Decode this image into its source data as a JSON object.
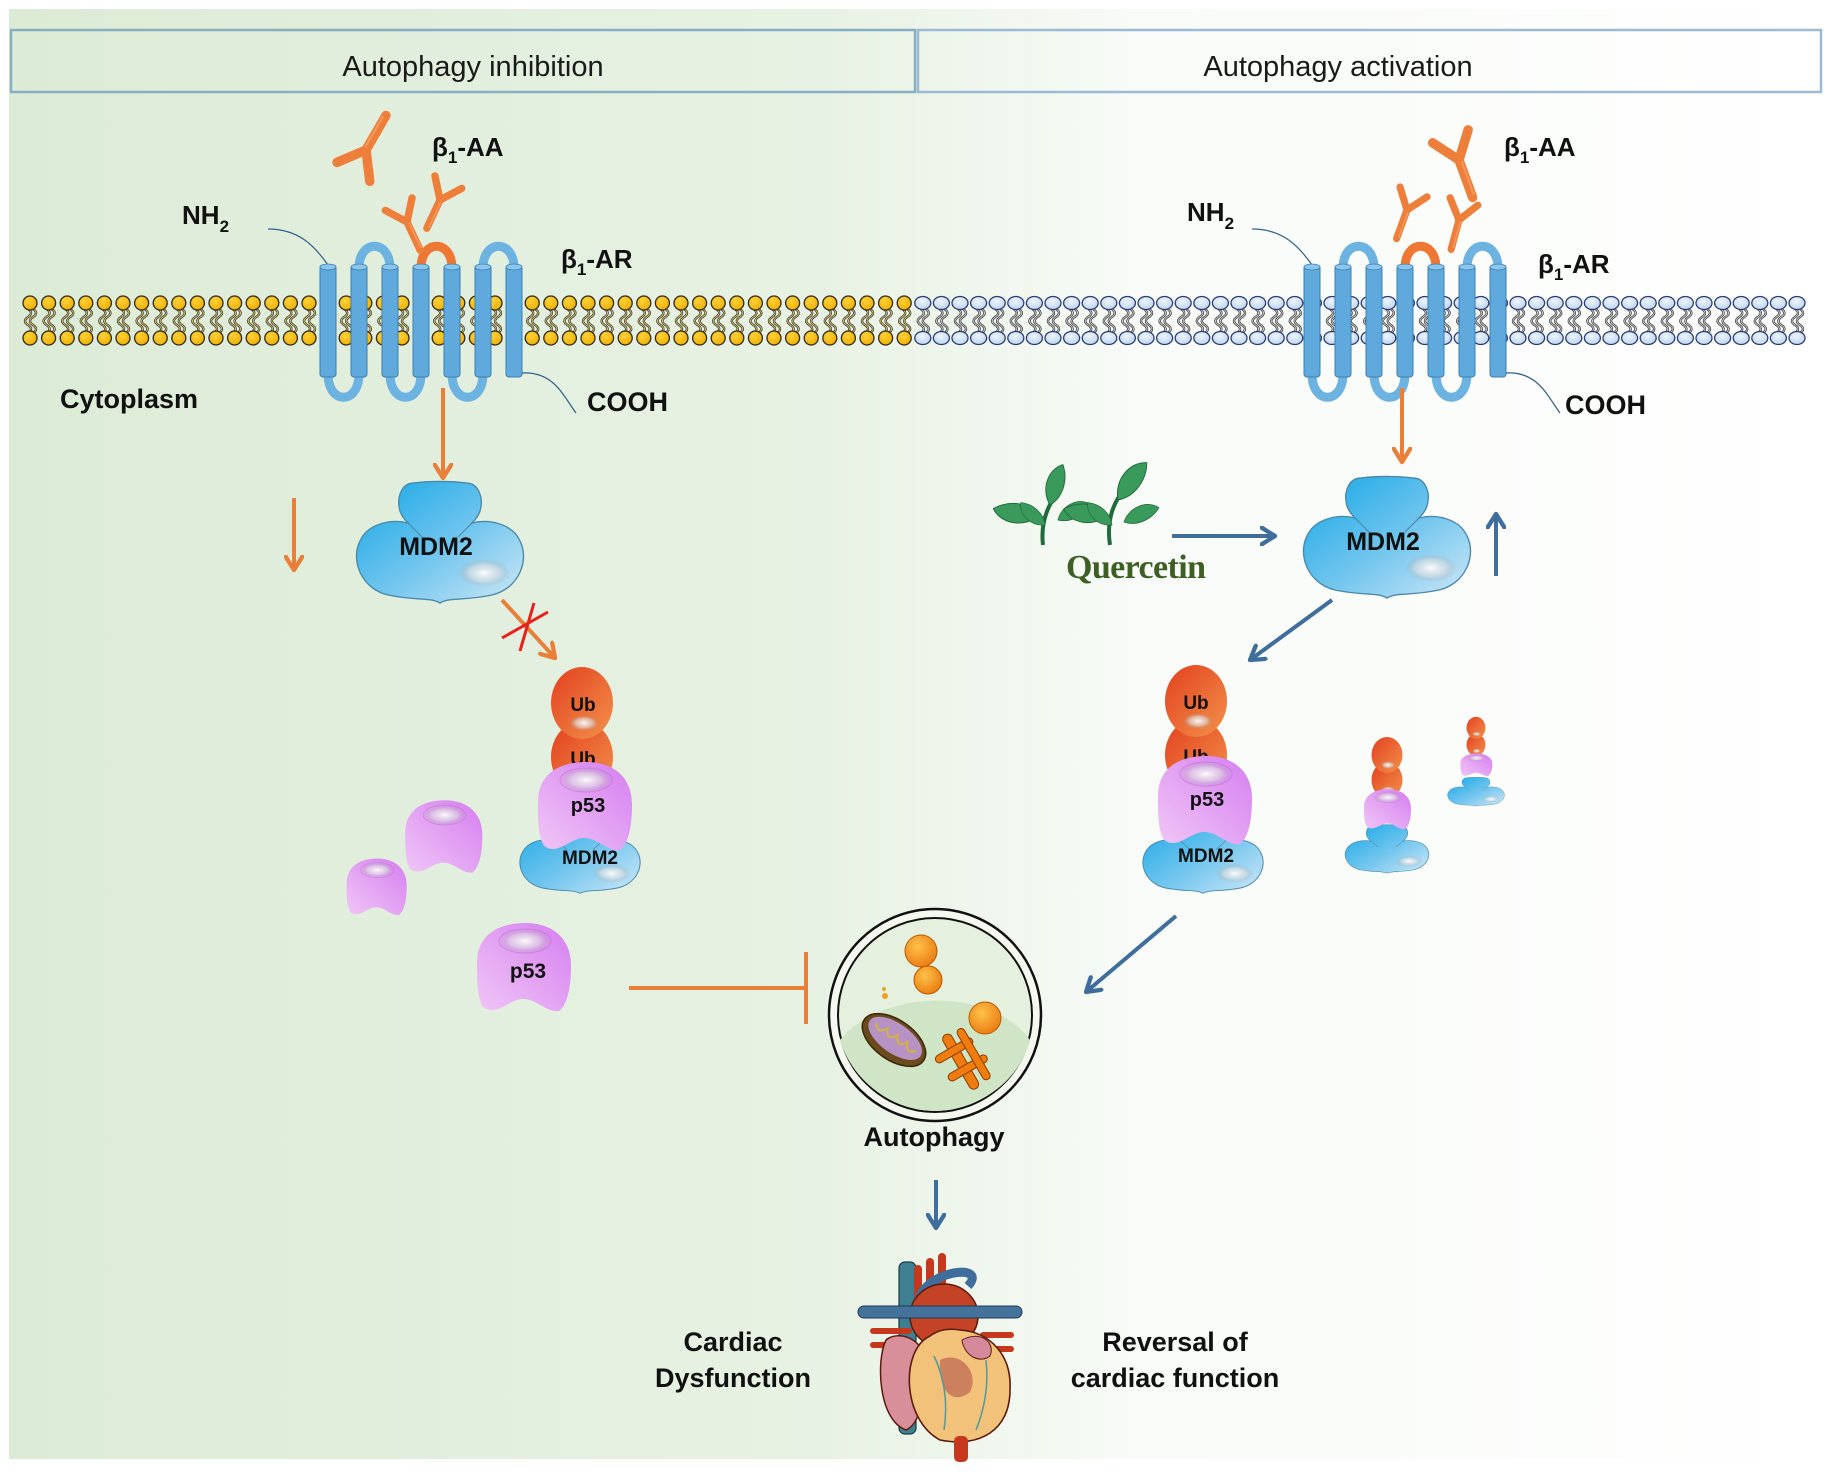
{
  "figure": {
    "panels": [
      {
        "id": "left",
        "title": "Autophagy inhibition"
      },
      {
        "id": "right",
        "title": "Autophagy activation"
      }
    ],
    "labels": {
      "autoantibody": "β",
      "autoantibody_sub": "1",
      "autoantibody_suffix": "-AA",
      "receptor": "β",
      "receptor_sub": "1",
      "receptor_suffix": "-AR",
      "n_terminus": "NH",
      "n_terminus_sub": "2",
      "c_terminus": "COOH",
      "compartment": "Cytoplasm",
      "mdm2": "MDM2",
      "ubiquitin": "Ub",
      "p53": "p53",
      "drug": "Quercetin",
      "process": "Autophagy",
      "outcome_left_line1": "Cardiac",
      "outcome_left_line2": "Dysfunction",
      "outcome_right_line1": "Reversal of",
      "outcome_right_line2": "cardiac function"
    },
    "colors": {
      "orange_arrow": "#e8803a",
      "blue_arrow": "#3f6e9c",
      "block_x": "#e8201c",
      "receptor": "#62addf",
      "mdm2": "#3fb3e8",
      "ubiquitin": "#e8552a",
      "p53": "#dd92ee",
      "lipid_gold": "#f5b800",
      "lipid_blue": "#d4e4f6",
      "quercetin_text": "#3d5f23",
      "leaf": "#3a9a5c"
    },
    "membrane": {
      "left_lipid_style": "gold",
      "right_lipid_style": "blue"
    }
  }
}
